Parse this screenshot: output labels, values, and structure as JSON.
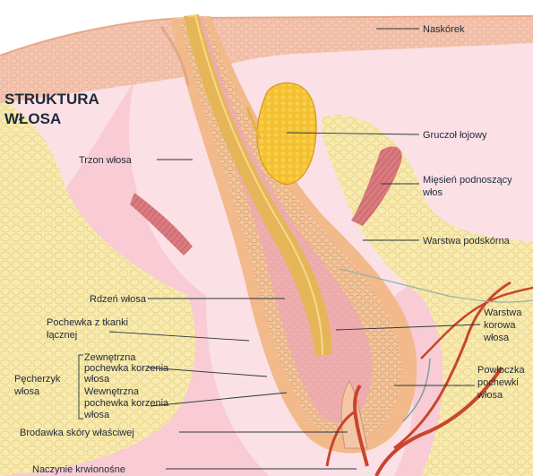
{
  "title": {
    "line1": "STRUKTURA",
    "line2": "WŁOSA"
  },
  "labels": {
    "naskorek": "Naskórek",
    "gruczol": "Gruczoł łojowy",
    "miesien_1": "Mięsień podnoszący",
    "miesien_2": "włos",
    "podskorna": "Warstwa podskórna",
    "korowa_1": "Warstwa",
    "korowa_2": "korowa",
    "korowa_3": "włosa",
    "powloczka_1": "Powłoczka",
    "powloczka_2": "pochewki",
    "powloczka_3": "włosa",
    "trzon": "Trzon włosa",
    "rdzen": "Rdzeń włosa",
    "pochewka_tkanki_1": "Pochewka z tkanki",
    "pochewka_tkanki_2": "łącznej",
    "pecherzyk_1": "Pęcherzyk",
    "pecherzyk_2": "włosa",
    "zewn_1": "Zewnętrzna",
    "zewn_2": "pochewka korzenia",
    "zewn_3": "włosa",
    "wewn_1": "Wewnętrzna",
    "wewn_2": "pochewka korzenia",
    "wewn_3": "włosa",
    "brodawka": "Brodawka skóry właściwej",
    "naczynie": "Naczynie krwionośne"
  },
  "colors": {
    "skin_pink": "#f6c3cf",
    "fat_yellow": "#f7e7a1",
    "gland_yellow": "#f4c030",
    "follicle_orange": "#efb07c",
    "hair_shaft": "#d9a84a",
    "muscle_red": "#d9747a",
    "vessel_red": "#c8452c",
    "leader_line": "#2b3440"
  }
}
